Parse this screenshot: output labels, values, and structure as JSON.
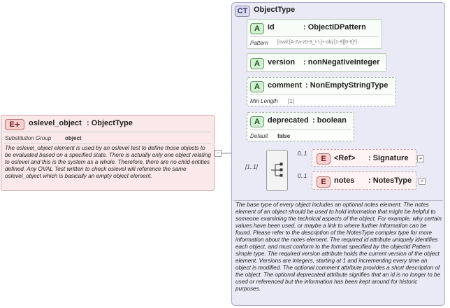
{
  "root_element": {
    "badge": "E",
    "name": "oslevel_object",
    "type": ": ObjectType",
    "substitution_label": "Substitution Group",
    "substitution_value": "object",
    "description": "The oslevel_object element is used by an oslevel test to define those objects to be evaluated based on a specified state. There is actually only one object relating to oslevel and this is the system as a whole. Therefore, there are no child entities defined. Any OVAL Test written to check oslevel will reference the same oslevel_object which is basically an empty object element."
  },
  "complex_type": {
    "badge": "CT",
    "name": "ObjectType",
    "description": "The base type of every object includes an optional notes element. The notes element of an object should be used to hold information that might be helpful to someone examining the technical aspects of the object. For example, why certain values have been used, or maybe a link to where further information can be found. Please refer to the description of the NotesType complex type for more information about the notes element. The required id attribute uniquely identifies each object, and must conform to the format specified by the objectId Pattern simple type. The required version attribute holds the current version of the object element. Versions are integers, starting at 1 and incrementing every time an object is modified. The optional comment attribute provides a short description of the object. The optional deprecated attribute signifies that an id is no longer to be used or referenced but the information has been kept around for historic purposes."
  },
  "attributes": [
    {
      "badge": "A",
      "name": "id",
      "type": ": ObjectIDPattern",
      "meta_label": "Pattern",
      "meta_value": "[oval:[A-Za-z0-9_\\-\\.]+:obj:[1-9][0-9]*]"
    },
    {
      "badge": "A",
      "name": "version",
      "type": ": nonNegativeInteger"
    },
    {
      "badge": "A",
      "name": "comment",
      "type": ": NonEmptyStringType",
      "meta_label": "Min Length",
      "meta_value": "[1]"
    },
    {
      "badge": "A",
      "name": "deprecated",
      "type": ": boolean",
      "meta_label": "Default",
      "meta_value": "false"
    }
  ],
  "sequence": {
    "cardinality": "[1..1]"
  },
  "children": [
    {
      "badge": "E",
      "name": "<Ref>",
      "type": ": Signature",
      "cardinality": "0..1"
    },
    {
      "badge": "E",
      "name": "notes",
      "type": ": NotesType",
      "cardinality": "0..1"
    }
  ],
  "colors": {
    "ct_bg": "#eaeaf6",
    "element_bg": "#fbe9e9",
    "attr_bg": "#f4fbf4"
  },
  "icons": {
    "expand": "plus-icon",
    "collapse": "minus-icon",
    "sequence": "sequence-icon",
    "element_badge": "element-icon"
  }
}
